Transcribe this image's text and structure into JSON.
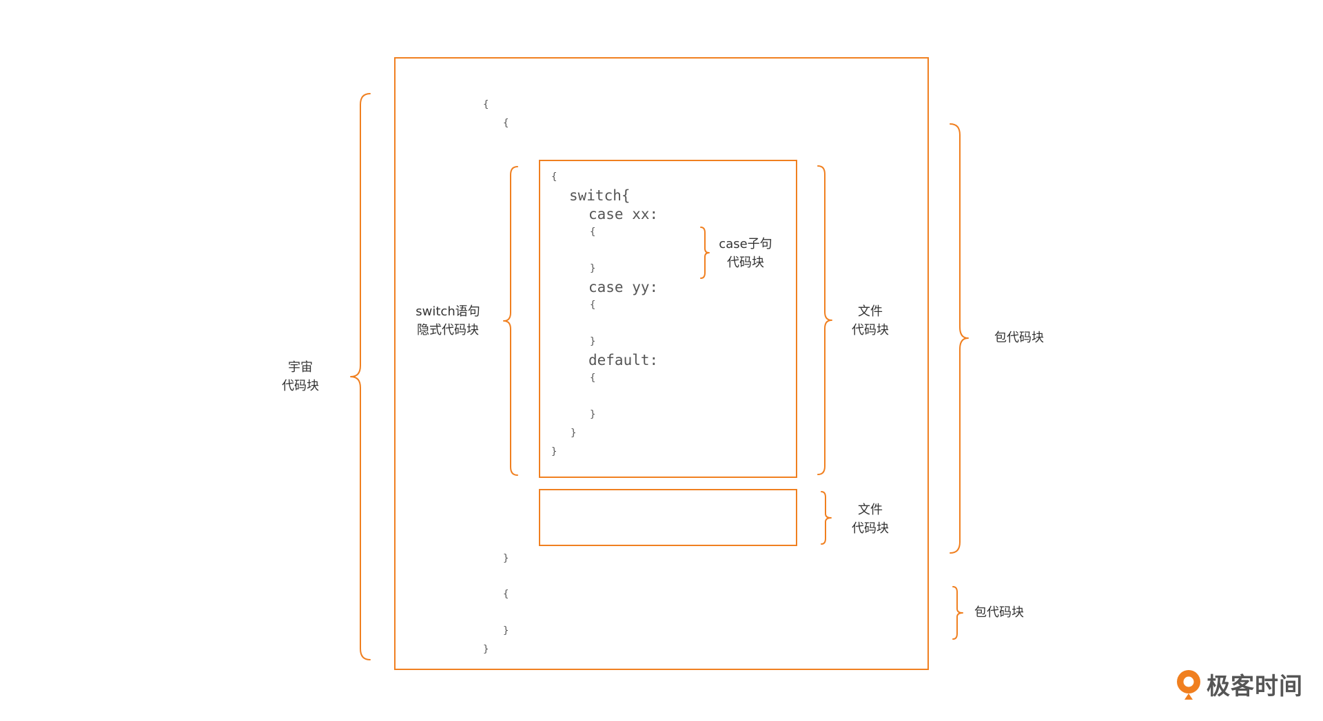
{
  "colors": {
    "accent": "#F07F1F",
    "code_text": "#555555",
    "label_text": "#333333"
  },
  "outer_code": {
    "open1": "{",
    "open2": "{",
    "close2": "}",
    "open3": "{",
    "close3": "}",
    "close1": "}"
  },
  "switch_code": {
    "open": "{",
    "switch": "switch{",
    "case1": "case xx:",
    "case1_open": "{",
    "case1_close": "}",
    "case2": "case yy:",
    "case2_open": "{",
    "case2_close": "}",
    "default": "default:",
    "default_open": "{",
    "default_close": "}",
    "switch_close": "}",
    "close": "}"
  },
  "labels": {
    "universe": [
      "宇宙",
      "代码块"
    ],
    "switch_implicit": [
      "switch语句",
      "隐式代码块"
    ],
    "case_clause": [
      "case子句",
      "代码块"
    ],
    "file1": [
      "文件",
      "代码块"
    ],
    "file2": [
      "文件",
      "代码块"
    ],
    "package1": "包代码块",
    "package2": "包代码块"
  },
  "logo": {
    "text": "极客时间",
    "icon": "geektime-logo-icon"
  }
}
